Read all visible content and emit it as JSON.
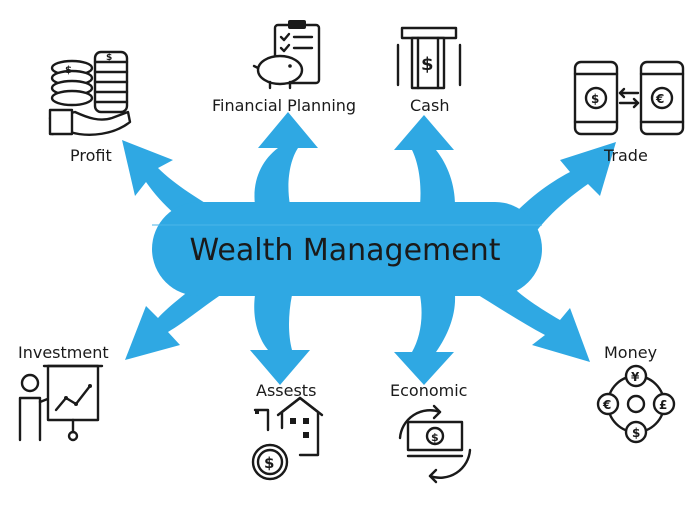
{
  "diagram": {
    "center": {
      "title": "Wealth Management",
      "color": "#2fa8e3"
    },
    "nodes": [
      {
        "id": "profit",
        "label": "Profit",
        "icon": "coins-hand-icon"
      },
      {
        "id": "financial-planning",
        "label": "Financial Planning",
        "icon": "piggy-bank-clipboard-icon"
      },
      {
        "id": "cash",
        "label": "Cash",
        "icon": "atm-cash-icon"
      },
      {
        "id": "trade",
        "label": "Trade",
        "icon": "phone-currency-exchange-icon"
      },
      {
        "id": "investment",
        "label": "Investment",
        "icon": "presentation-chart-icon"
      },
      {
        "id": "assests",
        "label": "Assests",
        "icon": "house-coin-icon"
      },
      {
        "id": "economic",
        "label": "Economic",
        "icon": "banknote-cycle-icon"
      },
      {
        "id": "money",
        "label": "Money",
        "icon": "currency-circle-icon"
      }
    ],
    "text_color": "#1a1a1a"
  }
}
